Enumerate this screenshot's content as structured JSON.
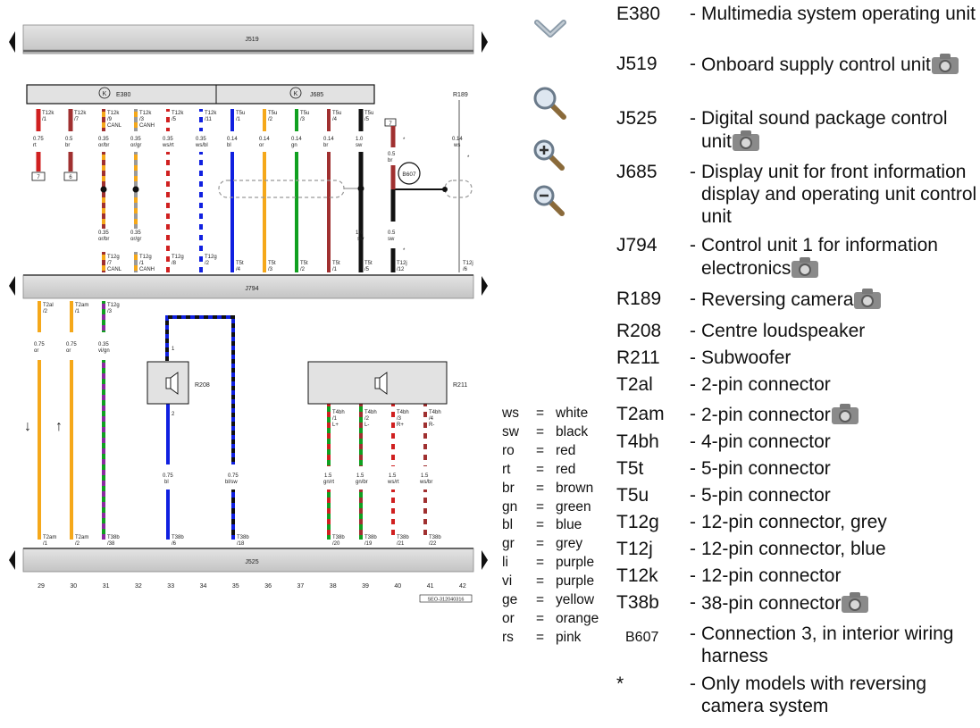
{
  "diagram": {
    "bars": {
      "j519": "J519",
      "j794": "J794",
      "j525": "J525"
    },
    "units": {
      "e380": "E380",
      "j685": "J685",
      "k_badge": "K",
      "r189": "R189",
      "b607": "B607",
      "r208": "R208",
      "r211": "R211"
    },
    "top_wires": [
      {
        "pin": "T12k",
        "num": "/1",
        "extra": "",
        "size": "0.75",
        "color": "rt"
      },
      {
        "pin": "T12k",
        "num": "/7",
        "extra": "",
        "size": "0.5",
        "color": "br"
      },
      {
        "pin": "T12k",
        "num": "/9",
        "extra": "CANL",
        "size": "0.35",
        "color": "or/br"
      },
      {
        "pin": "T12k",
        "num": "/3",
        "extra": "CANH",
        "size": "0.35",
        "color": "or/gr"
      },
      {
        "pin": "T12k",
        "num": "/5",
        "extra": "",
        "size": "0.35",
        "color": "ws/rt"
      },
      {
        "pin": "T12k",
        "num": "/11",
        "extra": "",
        "size": "0.35",
        "color": "ws/bl"
      },
      {
        "pin": "T5u",
        "num": "/1",
        "extra": "",
        "size": "0.14",
        "color": "bl"
      },
      {
        "pin": "T5u",
        "num": "/2",
        "extra": "",
        "size": "0.14",
        "color": "or"
      },
      {
        "pin": "T5u",
        "num": "/3",
        "extra": "",
        "size": "0.14",
        "color": "gn"
      },
      {
        "pin": "T5u",
        "num": "/4",
        "extra": "",
        "size": "0.14",
        "color": "br"
      },
      {
        "pin": "T5u",
        "num": "/5",
        "extra": "",
        "size": "1.0",
        "color": "sw"
      }
    ],
    "r189_wire": {
      "size": "0.14",
      "color": "ws"
    },
    "mid_wires": [
      {
        "size": "0.35",
        "color": "or/br"
      },
      {
        "size": "0.35",
        "color": "or/gr"
      },
      {
        "size": "1.0",
        "color": "sw"
      },
      {
        "size": "0.5",
        "color": "sw"
      },
      {
        "size": "0.5",
        "color": "br"
      }
    ],
    "mid_t12g": [
      {
        "pin": "T12g",
        "num": "/7",
        "extra": "CANL"
      },
      {
        "pin": "T12g",
        "num": "/1",
        "extra": "CANH"
      },
      {
        "pin": "T12g",
        "num": "/8",
        "extra": ""
      },
      {
        "pin": "T12g",
        "num": "/2",
        "extra": ""
      }
    ],
    "bot_t5t": [
      {
        "pin": "T5t",
        "num": "/4"
      },
      {
        "pin": "T5t",
        "num": "/3"
      },
      {
        "pin": "T5t",
        "num": "/2"
      },
      {
        "pin": "T5t",
        "num": "/1"
      },
      {
        "pin": "T5t",
        "num": "/5"
      },
      {
        "pin": "T12j",
        "num": "/12"
      },
      {
        "pin": "T12j",
        "num": "/6"
      }
    ],
    "fuse_labels": [
      "7",
      "6",
      "7"
    ],
    "star": "*",
    "low_top": [
      {
        "pin": "T2al",
        "num": "/2",
        "size": "0.75",
        "color": "or"
      },
      {
        "pin": "T2am",
        "num": "/1",
        "size": "0.75",
        "color": "or"
      },
      {
        "pin": "T12g",
        "num": "/3",
        "size": "0.35",
        "color": "vi/gn"
      }
    ],
    "r208_pins": [
      "1",
      "2"
    ],
    "r208_wires": [
      {
        "size": "0.75",
        "color": "bl"
      },
      {
        "size": "0.75",
        "color": "bl/sw"
      }
    ],
    "r211_pins": [
      {
        "pin": "T4bh",
        "num": "/1",
        "extra": "L+",
        "size": "1.5",
        "color": "gn/rt"
      },
      {
        "pin": "T4bh",
        "num": "/2",
        "extra": "L-",
        "size": "1.5",
        "color": "gn/br"
      },
      {
        "pin": "T4bh",
        "num": "/3",
        "extra": "R+",
        "size": "1.5",
        "color": "ws/rt"
      },
      {
        "pin": "T4bh",
        "num": "/4",
        "extra": "R-",
        "size": "1.5",
        "color": "ws/br"
      }
    ],
    "low_bottom": [
      {
        "pin": "T2am",
        "num": "/1"
      },
      {
        "pin": "T2am",
        "num": "/2"
      },
      {
        "pin": "T38b",
        "num": "/38"
      },
      {
        "pin": "T38b",
        "num": "/6"
      },
      {
        "pin": "T38b",
        "num": "/18"
      },
      {
        "pin": "T38b",
        "num": "/20"
      },
      {
        "pin": "T38b",
        "num": "/19"
      },
      {
        "pin": "T38b",
        "num": "/21"
      },
      {
        "pin": "T38b",
        "num": "/22"
      }
    ],
    "arrows": [
      "↓",
      "↑"
    ],
    "columns": [
      "29",
      "30",
      "31",
      "32",
      "33",
      "34",
      "35",
      "36",
      "37",
      "38",
      "39",
      "40",
      "41",
      "42"
    ],
    "ref": "SEO-312040316"
  },
  "toolbar": {
    "collapse_icon": "chevron-down-icon",
    "search_icon": "magnifier-icon",
    "zoom_in_icon": "zoom-in-icon",
    "zoom_out_icon": "zoom-out-icon"
  },
  "legend": [
    {
      "code": "ws",
      "eq": "=",
      "name": "white"
    },
    {
      "code": "sw",
      "eq": "=",
      "name": "black"
    },
    {
      "code": "ro",
      "eq": "=",
      "name": "red"
    },
    {
      "code": "rt",
      "eq": "=",
      "name": "red"
    },
    {
      "code": "br",
      "eq": "=",
      "name": "brown"
    },
    {
      "code": "gn",
      "eq": "=",
      "name": "green"
    },
    {
      "code": "bl",
      "eq": "=",
      "name": "blue"
    },
    {
      "code": "gr",
      "eq": "=",
      "name": "grey"
    },
    {
      "code": "li",
      "eq": "=",
      "name": "purple"
    },
    {
      "code": "vi",
      "eq": "=",
      "name": "purple"
    },
    {
      "code": "ge",
      "eq": "=",
      "name": "yellow"
    },
    {
      "code": "or",
      "eq": "=",
      "name": "orange"
    },
    {
      "code": "rs",
      "eq": "=",
      "name": "pink"
    }
  ],
  "components": [
    {
      "id": "E380",
      "dash": "-",
      "desc": "Multimedia system operating unit",
      "photo": false
    },
    {
      "id": "J519",
      "dash": "-",
      "desc": "Onboard supply control unit",
      "photo": true
    },
    {
      "id": "J525",
      "dash": "-",
      "desc": "Digital sound package control unit",
      "photo": true
    },
    {
      "id": "J685",
      "dash": "-",
      "desc": "Display unit for front information display and operating unit control unit",
      "photo": false
    },
    {
      "id": "J794",
      "dash": "-",
      "desc": "Control unit 1 for information electronics",
      "photo": true
    },
    {
      "id": "R189",
      "dash": "-",
      "desc": "Reversing camera",
      "photo": true
    },
    {
      "id": "R208",
      "dash": "-",
      "desc": "Centre loudspeaker",
      "photo": false
    },
    {
      "id": "R211",
      "dash": "-",
      "desc": "Subwoofer",
      "photo": false
    },
    {
      "id": "T2al",
      "dash": "-",
      "desc": "2-pin connector",
      "photo": false
    },
    {
      "id": "T2am",
      "dash": "-",
      "desc": "2-pin connector",
      "photo": true
    },
    {
      "id": "T4bh",
      "dash": "-",
      "desc": "4-pin connector",
      "photo": false
    },
    {
      "id": "T5t",
      "dash": "-",
      "desc": "5-pin connector",
      "photo": false
    },
    {
      "id": "T5u",
      "dash": "-",
      "desc": "5-pin connector",
      "photo": false
    },
    {
      "id": "T12g",
      "dash": "-",
      "desc": "12-pin connector, grey",
      "photo": false
    },
    {
      "id": "T12j",
      "dash": "-",
      "desc": "12-pin connector, blue",
      "photo": false
    },
    {
      "id": "T12k",
      "dash": "-",
      "desc": "12-pin connector",
      "photo": false
    },
    {
      "id": "T38b",
      "dash": "-",
      "desc": "38-pin connector",
      "photo": true
    },
    {
      "id": "B607",
      "dash": "-",
      "desc": "Connection 3, in interior wiring harness",
      "photo": false
    },
    {
      "id": "*",
      "dash": "-",
      "desc": "Only models with reversing camera system",
      "photo": false
    }
  ]
}
